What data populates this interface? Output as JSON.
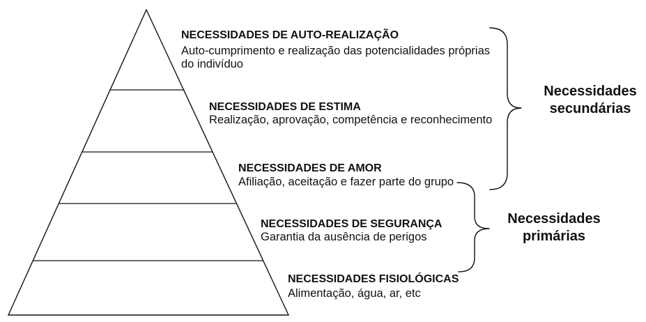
{
  "levels": [
    {
      "title": "NECESSIDADES DE AUTO-REALIZAÇÃO",
      "description_lines": [
        "Auto-cumprimento e realização das potencialidades próprias",
        "do indivíduo"
      ]
    },
    {
      "title": "NECESSIDADES DE ESTIMA",
      "description_lines": [
        "Realização, aprovação, competência e reconhecimento"
      ]
    },
    {
      "title": "NECESSIDADES DE AMOR",
      "description_lines": [
        "Afiliação, aceitação e fazer parte do grupo"
      ]
    },
    {
      "title": "NECESSIDADES DE SEGURANÇA",
      "description_lines": [
        "Garantia da ausência de perigos"
      ]
    },
    {
      "title": "NECESSIDADES FISIOLÓGICAS",
      "description_lines": [
        "Alimentação, água, ar, etc"
      ]
    }
  ],
  "groups": {
    "secondary": {
      "lines": [
        "Necessidades",
        "secundárias"
      ]
    },
    "primary": {
      "lines": [
        "Necessidades",
        "primárias"
      ]
    }
  }
}
